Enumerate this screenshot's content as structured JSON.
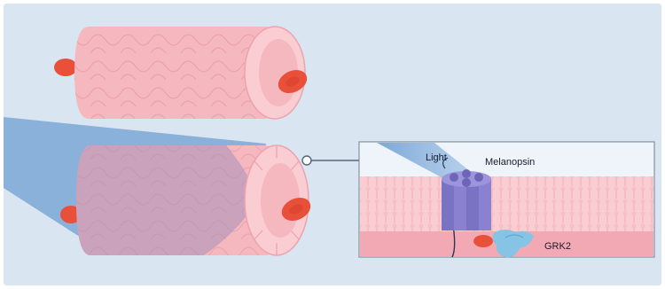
{
  "labels": {
    "light": "Light",
    "melanopsin": "Melanopsin",
    "grk2": "GRK2"
  },
  "colors": {
    "background_panel": "#d9e6f2",
    "vessel_wall": "#f5b8bf",
    "vessel_wall_light": "#f9cdd2",
    "vessel_cells": "#eda3ad",
    "red_blood_cell": "#e8503a",
    "light_beam": "#7aa7d6",
    "melanopsin_receptor": "#8a82d0",
    "grk2_protein": "#86c4e6",
    "inset_border": "#7f8f9f"
  },
  "icons": {
    "magnifier_marker": "circle-pointer-icon"
  }
}
